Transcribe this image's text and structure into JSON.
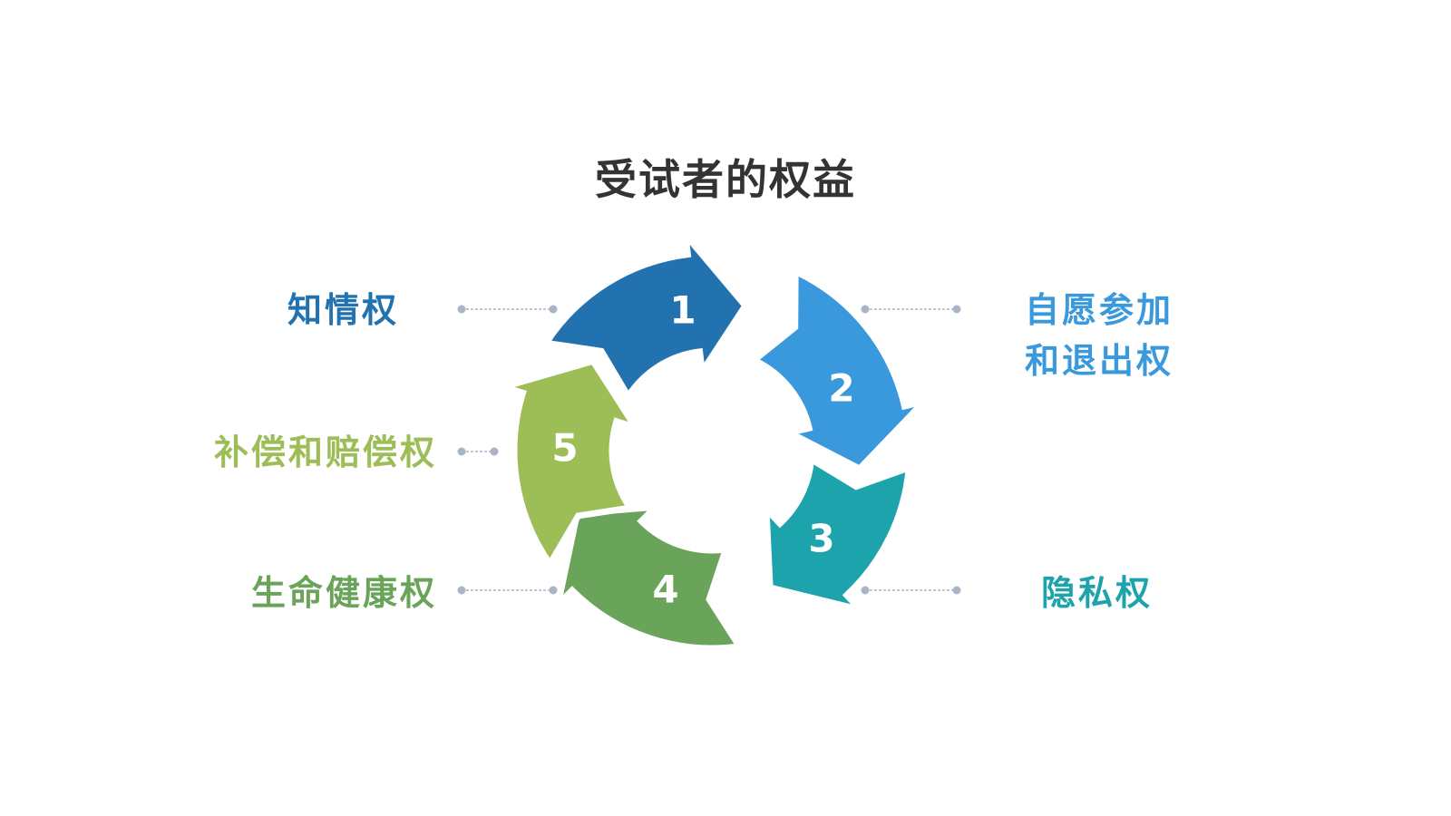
{
  "title": "受试者的权益",
  "rights": [
    {
      "number": "1",
      "label_lines": [
        "知情权"
      ],
      "color": "#2272b0"
    },
    {
      "number": "2",
      "label_lines": [
        "自愿参加",
        "和退出权"
      ],
      "color": "#3a98dc"
    },
    {
      "number": "3",
      "label_lines": [
        "隐私权"
      ],
      "color": "#1ca3ac"
    },
    {
      "number": "4",
      "label_lines": [
        "生命健康权"
      ],
      "color": "#6aa45a"
    },
    {
      "number": "5",
      "label_lines": [
        "补偿和赔偿权"
      ],
      "color": "#9dbd57"
    }
  ],
  "colors": {
    "title": "#333333",
    "connector": "#a9b4c6",
    "background": "#ffffff"
  }
}
